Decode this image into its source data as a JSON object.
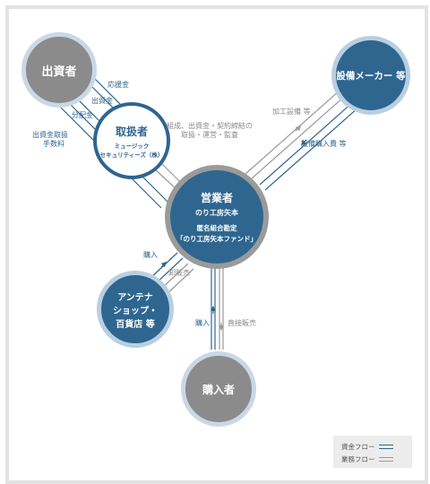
{
  "nodes": {
    "investor": "出資者",
    "equipment_maker": "設備メーカー 等",
    "handler": {
      "title": "取扱者",
      "sub": [
        "ミュージック",
        "セキュリティーズ（株）"
      ]
    },
    "operator": {
      "title": "営業者",
      "name": "のり工房矢本",
      "fund_type": "匿名組合勘定",
      "fund_name": "「のり工房矢本ファンド」"
    },
    "antenna_shop": [
      "アンテナ",
      "ショップ・",
      "百貨店 等"
    ],
    "buyer": "購入者"
  },
  "labels": {
    "subscription": "応援金",
    "investment": "出資金",
    "distribution": "分配金",
    "handling_fee": [
      "出資金取扱",
      "手数料"
    ],
    "admin": [
      "組成、出資金・契約締結の",
      "取扱・運営・監査"
    ],
    "processing_equipment": "加工設備 等",
    "equipment_purchase": "設備購入費 等",
    "purchase_shop": "購入",
    "wholesale": "卸販売",
    "purchase_buyer": "購入",
    "direct_sales": "直接販売"
  },
  "legend": {
    "money_flow": "資金フロー",
    "business_flow": "業務フロー"
  },
  "colors": {
    "money": "#2e6690",
    "business": "#9a9a9a",
    "gray_node": "#8b8b8b",
    "blue_node": "#2e6690"
  }
}
